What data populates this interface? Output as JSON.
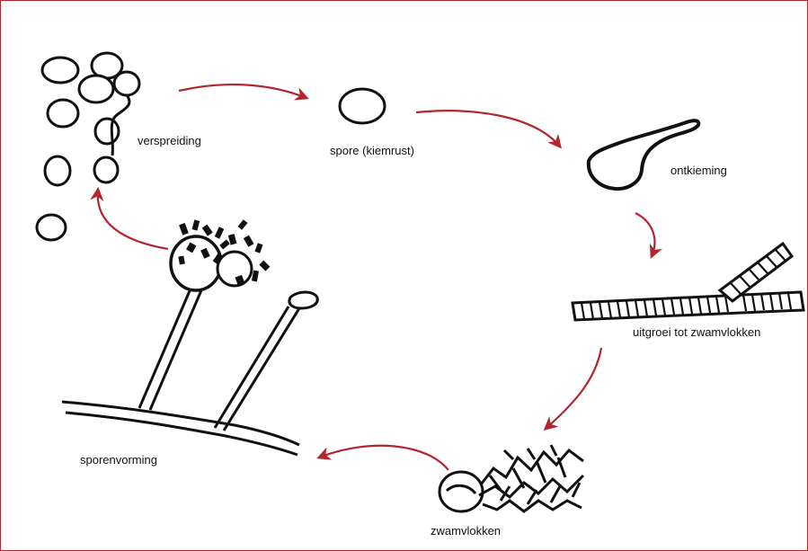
{
  "diagram": {
    "arrow_color": "#b3262f",
    "frame_color": "#b3262f",
    "labels": {
      "dispersal": "verspreiding",
      "spore": "spore (kiemrust)",
      "germination": "ontkieming",
      "growth": "uitgroei tot zwamvlokken",
      "mycelium": "zwamvlokken",
      "sporulation": "sporenvorming"
    }
  }
}
